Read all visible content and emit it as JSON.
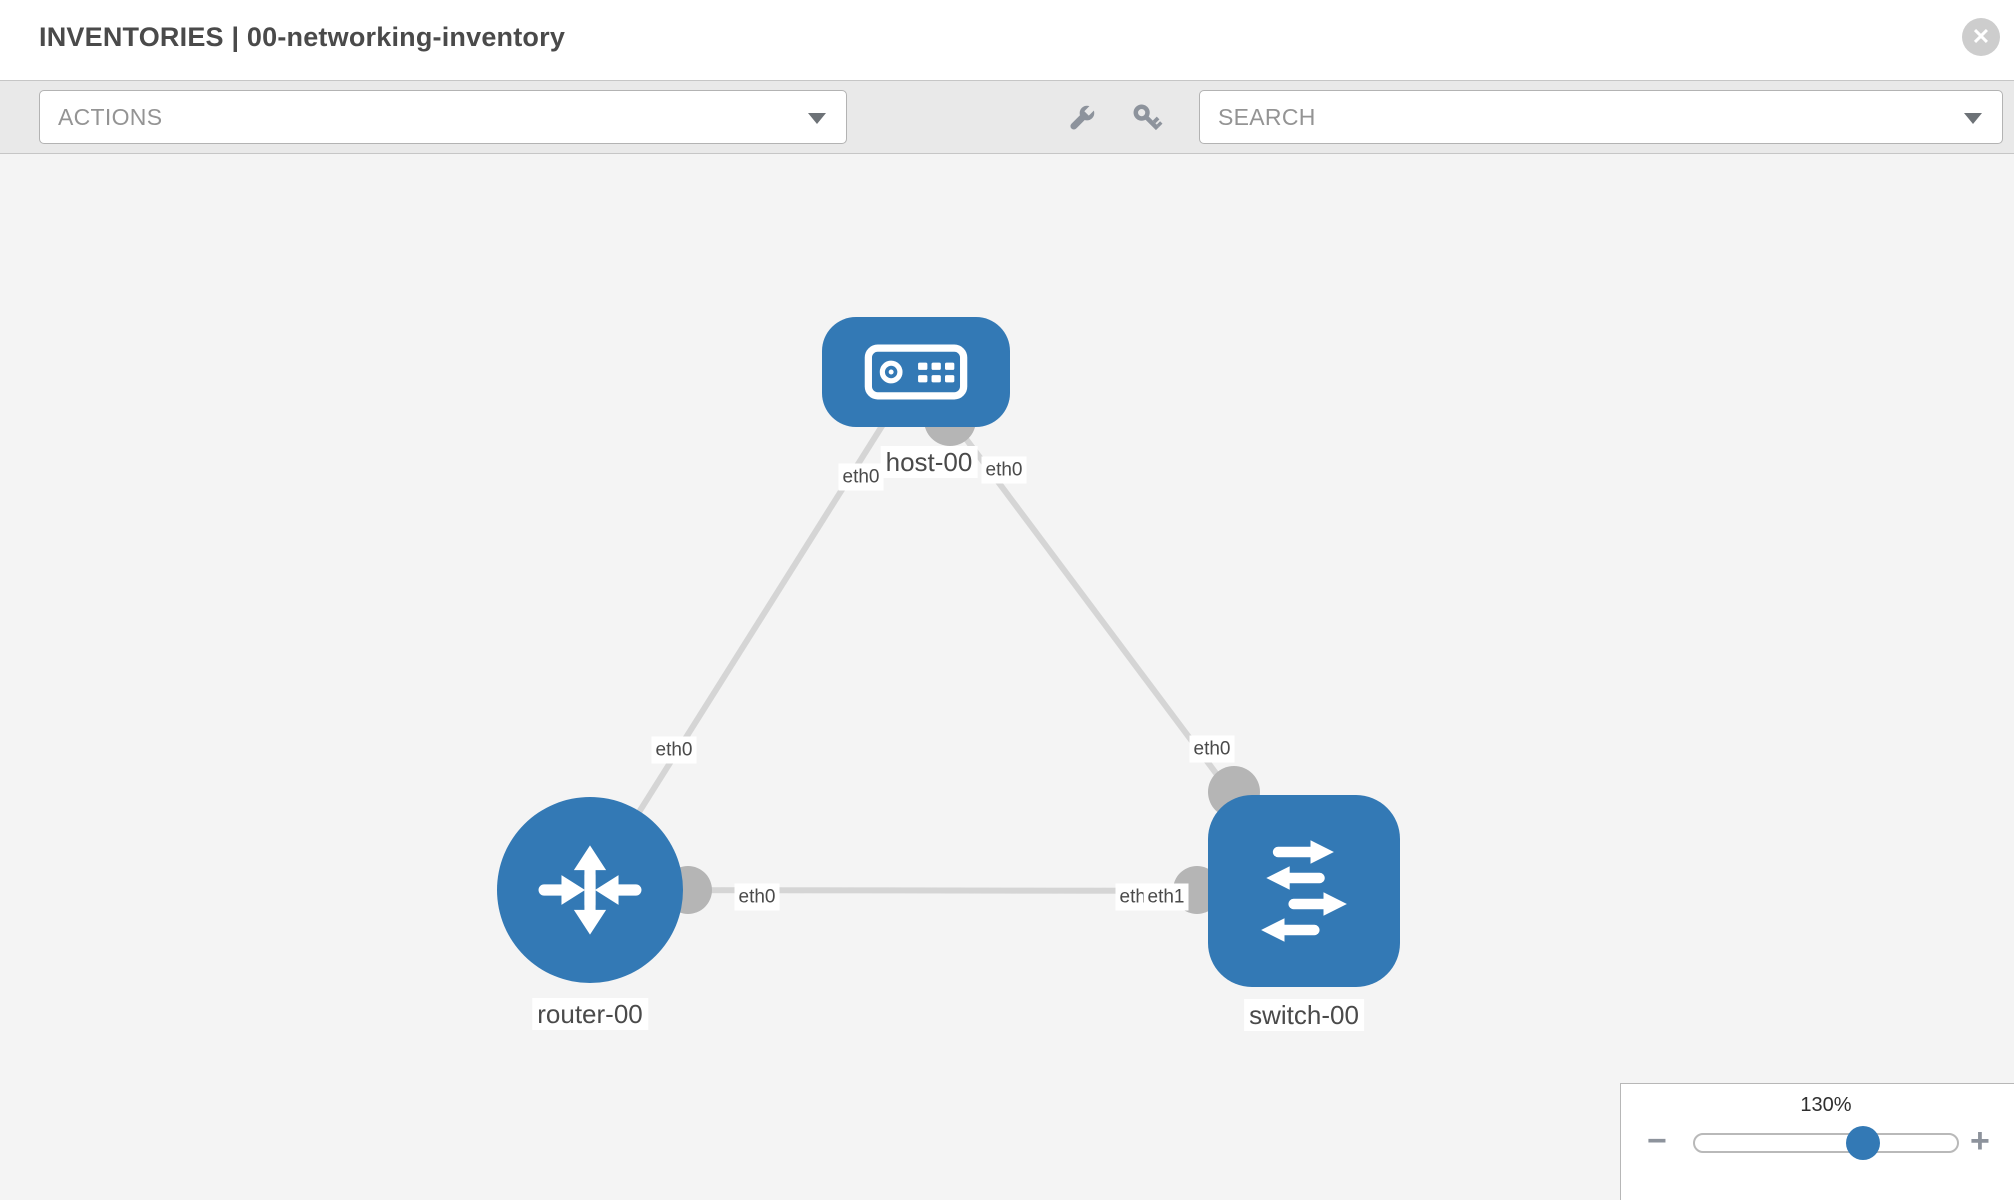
{
  "header": {
    "title": "INVENTORIES | 00-networking-inventory",
    "close_glyph": "✕"
  },
  "toolbar": {
    "actions": {
      "value": "ACTIONS"
    },
    "search": {
      "placeholder": "SEARCH"
    },
    "icon_names": [
      "wrench-icon",
      "key-icon"
    ]
  },
  "topology": {
    "nodes": [
      {
        "id": "host-00",
        "type": "host",
        "label": "host-00"
      },
      {
        "id": "router-00",
        "type": "router",
        "label": "router-00"
      },
      {
        "id": "switch-00",
        "type": "switch",
        "label": "switch-00"
      }
    ],
    "links": [
      {
        "source": "host-00",
        "target": "router-00",
        "source_if": "eth0",
        "target_if": "eth0"
      },
      {
        "source": "host-00",
        "target": "switch-00",
        "source_if": "eth0",
        "target_if": "eth0"
      },
      {
        "source": "router-00",
        "target": "switch-00",
        "source_if": "eth0",
        "target_if": "eth1",
        "target_if_overlap": "eth1"
      }
    ]
  },
  "zoom_control": {
    "percent": "130%",
    "minus_glyph": "−",
    "plus_glyph": "+"
  },
  "colors": {
    "node_blue": "#3379b5",
    "link_gray": "#d5d5d5",
    "connector_gray": "#b5b5b5",
    "toolbar_bg": "#e9e9e9",
    "canvas_bg": "#f4f4f4"
  }
}
